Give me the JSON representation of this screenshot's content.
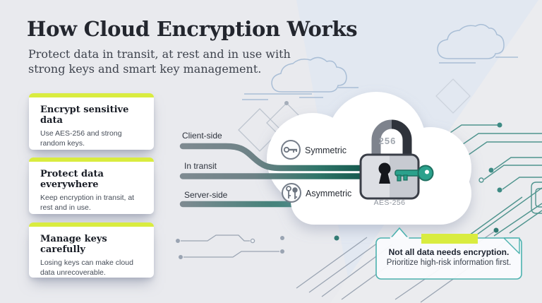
{
  "header": {
    "title": "How Cloud Encryption Works",
    "subtitle_line1": "Protect data in transit, at rest and in use with",
    "subtitle_line2": "strong keys and smart key management."
  },
  "cards": [
    {
      "title": "Encrypt sensitive data",
      "line1": "Use AES-256 and strong",
      "line2": "random keys."
    },
    {
      "title": "Protect data everywhere",
      "line1": "Keep encryption in transit, at",
      "line2": "rest and in use."
    },
    {
      "title": "Manage keys carefully",
      "line1": "Losing keys can make cloud",
      "line2": "data unrecoverable."
    }
  ],
  "flow_labels": [
    {
      "label": "Client-side"
    },
    {
      "label": "In transit"
    },
    {
      "label": "Server-side"
    }
  ],
  "encryption_types": [
    {
      "label": "Symmetric",
      "icon": "single-key-icon"
    },
    {
      "label": "Asymmetric",
      "icon": "double-key-icon"
    }
  ],
  "padlock": {
    "shackle_label": "256",
    "caption": "AES-256"
  },
  "callout": {
    "headline": "Not all data needs encryption.",
    "subtext": "Prioritize high-risk information first."
  },
  "colors": {
    "lime": "#d9ec3f",
    "teal_dark": "#175e53",
    "teal_key": "#2ba18c",
    "gray_line": "#7e8a91",
    "callout_border": "#4cb2af",
    "circuit_teal": "#4f948e",
    "circuit_gray": "#9aa4b2",
    "background": "#e9eaee"
  }
}
